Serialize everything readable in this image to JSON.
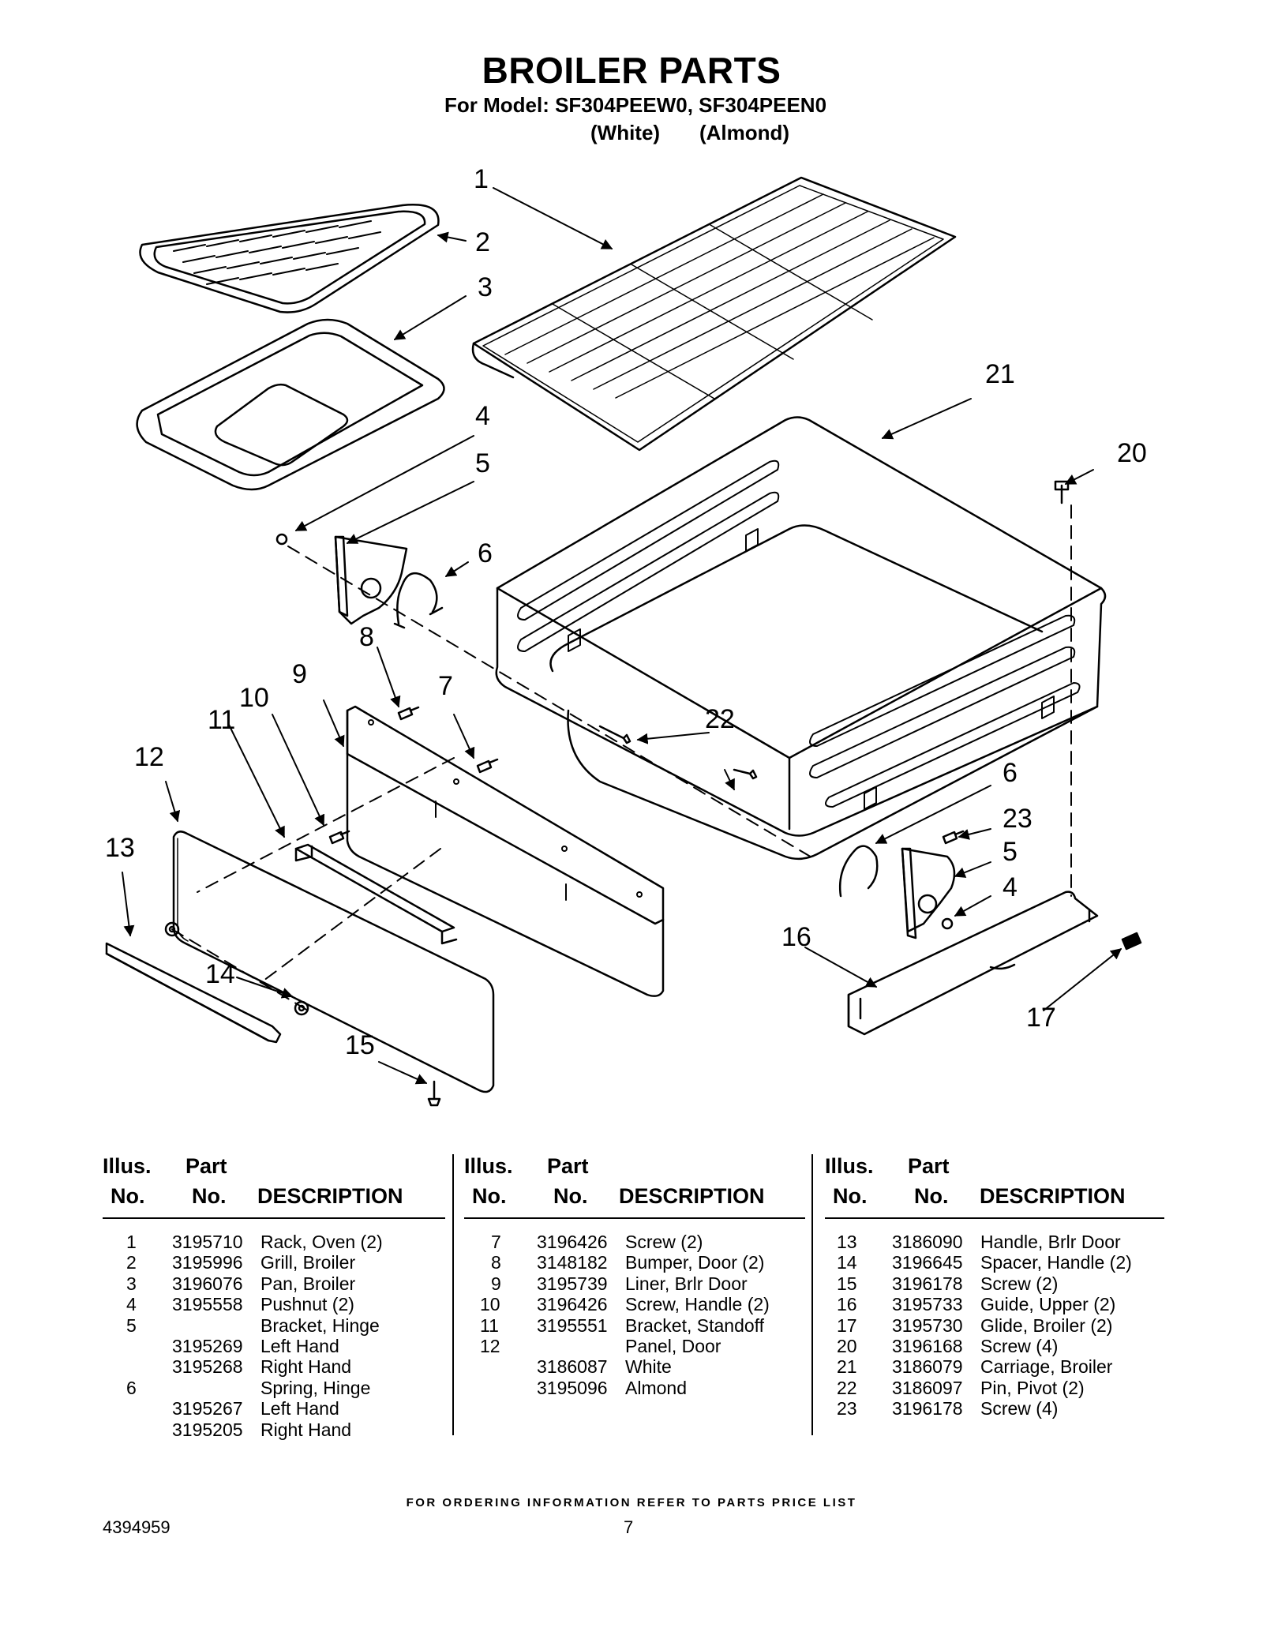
{
  "header": {
    "title": "BROILER PARTS",
    "model_line": "For Model: SF304PEEW0, SF304PEEN0",
    "variant_white": "(White)",
    "variant_almond": "(Almond)"
  },
  "diagram": {
    "callouts": [
      "1",
      "2",
      "3",
      "4",
      "5",
      "6",
      "8",
      "7",
      "9",
      "10",
      "11",
      "12",
      "13",
      "14",
      "15",
      "16",
      "17",
      "20",
      "21",
      "22",
      "6",
      "23",
      "5",
      "4"
    ]
  },
  "table": {
    "header": {
      "illus_line1": "Illus.",
      "illus_line2": "No.",
      "part_line1": "Part",
      "part_line2": "No.",
      "description": "DESCRIPTION"
    },
    "columns": [
      {
        "rows": [
          {
            "no": "1",
            "part": "3195710",
            "desc": "Rack, Oven (2)"
          },
          {
            "no": "2",
            "part": "3195996",
            "desc": "Grill, Broiler"
          },
          {
            "no": "3",
            "part": "3196076",
            "desc": "Pan, Broiler"
          },
          {
            "no": "4",
            "part": "3195558",
            "desc": "Pushnut (2)"
          },
          {
            "no": "5",
            "part": "",
            "desc": "Bracket, Hinge"
          },
          {
            "no": "",
            "part": "3195269",
            "desc": "Left Hand"
          },
          {
            "no": "",
            "part": "3195268",
            "desc": "Right Hand"
          },
          {
            "no": "6",
            "part": "",
            "desc": "Spring, Hinge"
          },
          {
            "no": "",
            "part": "3195267",
            "desc": "Left Hand"
          },
          {
            "no": "",
            "part": "3195205",
            "desc": "Right Hand"
          }
        ]
      },
      {
        "rows": [
          {
            "no": "7",
            "part": "3196426",
            "desc": "Screw (2)"
          },
          {
            "no": "8",
            "part": "3148182",
            "desc": "Bumper, Door (2)"
          },
          {
            "no": "9",
            "part": "3195739",
            "desc": "Liner, Brlr Door"
          },
          {
            "no": "10",
            "part": "3196426",
            "desc": "Screw, Handle (2)"
          },
          {
            "no": "11",
            "part": "3195551",
            "desc": "Bracket, Standoff"
          },
          {
            "no": "12",
            "part": "",
            "desc": "Panel, Door"
          },
          {
            "no": "",
            "part": "3186087",
            "desc": "White"
          },
          {
            "no": "",
            "part": "3195096",
            "desc": "Almond"
          }
        ]
      },
      {
        "rows": [
          {
            "no": "13",
            "part": "3186090",
            "desc": "Handle, Brlr Door"
          },
          {
            "no": "14",
            "part": "3196645",
            "desc": "Spacer, Handle (2)"
          },
          {
            "no": "15",
            "part": "3196178",
            "desc": "Screw (2)"
          },
          {
            "no": "16",
            "part": "3195733",
            "desc": "Guide, Upper (2)"
          },
          {
            "no": "17",
            "part": "3195730",
            "desc": "Glide, Broiler (2)"
          },
          {
            "no": "20",
            "part": "3196168",
            "desc": "Screw (4)"
          },
          {
            "no": "21",
            "part": "3186079",
            "desc": "Carriage, Broiler"
          },
          {
            "no": "22",
            "part": "3186097",
            "desc": "Pin, Pivot (2)"
          },
          {
            "no": "23",
            "part": "3196178",
            "desc": "Screw (4)"
          }
        ]
      }
    ]
  },
  "footer": {
    "ordering_note": "FOR ORDERING INFORMATION REFER TO PARTS PRICE LIST",
    "doc_number": "4394959",
    "page_number": "7"
  }
}
